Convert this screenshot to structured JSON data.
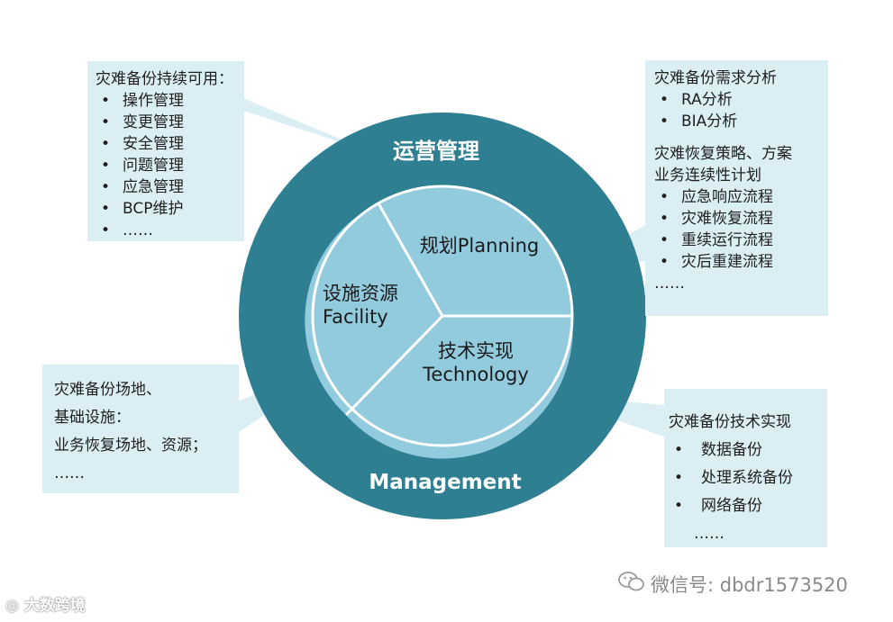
{
  "diagram": {
    "ring_label_top": "运营管理",
    "ring_label_bottom": "Management",
    "segments": {
      "planning": "规划Planning",
      "facility_line1": "设施资源",
      "facility_line2": "Facility",
      "technology_line1": "技术实现",
      "technology_line2": "Technology"
    },
    "colors": {
      "ring": "#2f7f93",
      "segment_fill": "#93cbde",
      "callout_bg": "#daeef4",
      "divider": "#ffffff"
    }
  },
  "callouts": {
    "top_left": {
      "heading": "灾难备份持续可用：",
      "items": [
        "操作管理",
        "变更管理",
        "安全管理",
        "问题管理",
        "应急管理",
        "BCP维护",
        "……"
      ]
    },
    "top_right": {
      "heading": "灾难备份需求分析",
      "items": [
        "RA分析",
        "BIA分析"
      ],
      "heading2_line1": "灾难恢复策略、方案",
      "heading2_line2": "业务连续性计划",
      "items2": [
        "应急响应流程",
        "灾难恢复流程",
        "重续运行流程",
        "灾后重建流程"
      ],
      "ellipsis": "……"
    },
    "bottom_left": {
      "lines": [
        "灾难备份场地、",
        "基础设施：",
        "业务恢复场地、资源；",
        "……"
      ]
    },
    "bottom_right": {
      "heading": "灾难备份技术实现",
      "items": [
        "数据备份",
        "处理系统备份",
        "网络备份"
      ],
      "ellipsis": "……"
    }
  },
  "watermarks": {
    "right": "微信号: dbdr1573520",
    "left": "大数跨境"
  }
}
